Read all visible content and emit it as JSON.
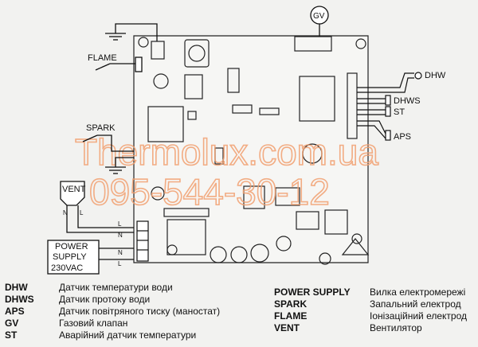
{
  "diagram": {
    "labels": {
      "gv": "GV",
      "flame": "FLAME",
      "spark": "SPARK",
      "vent": "VENT",
      "dhw": "DHW",
      "dhws": "DHWS",
      "st": "ST",
      "aps": "APS",
      "power_supply_line1": "POWER",
      "power_supply_line2": "SUPPLY",
      "power_supply_line3": "230VAC",
      "vent_n": "N",
      "vent_l": "L",
      "conn_l1": "L",
      "conn_n1": "N",
      "conn_n2": "N",
      "conn_l2": "L"
    },
    "watermark": {
      "line1": "Thermolux.com.ua",
      "line2": "095-544-30-12"
    }
  },
  "legend": {
    "left": [
      {
        "code": "DHW",
        "desc": "Датчик температури води"
      },
      {
        "code": "DHWS",
        "desc": "Датчик протоку води"
      },
      {
        "code": "APS",
        "desc": "Датчик повітряного тиску (маностат)"
      },
      {
        "code": "GV",
        "desc": "Газовий клапан"
      },
      {
        "code": "ST",
        "desc": "Аварійний датчик температури"
      }
    ],
    "right": [
      {
        "code": "POWER SUPPLY",
        "desc": "Вилка електромережі"
      },
      {
        "code": "SPARK",
        "desc": "Запальний електрод"
      },
      {
        "code": "FLAME",
        "desc": "Іонізаційний електрод"
      },
      {
        "code": "VENT",
        "desc": "Вентилятор"
      }
    ]
  }
}
